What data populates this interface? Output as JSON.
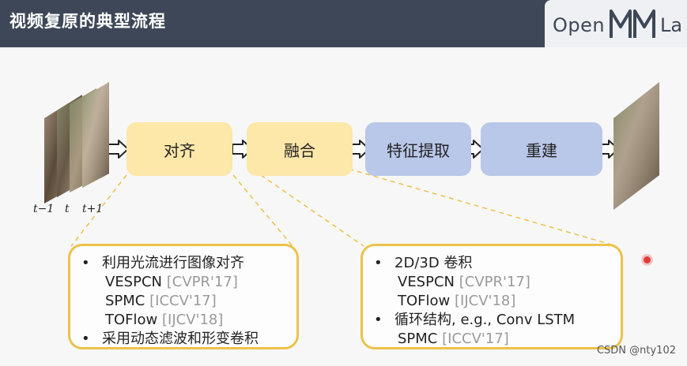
{
  "title": "视频复原的典型流程",
  "logo": {
    "part1": "Open",
    "part2": "La"
  },
  "pipeline": {
    "align": "对齐",
    "fuse": "融合",
    "extract": "特征提取",
    "reconstruct": "重建"
  },
  "time_labels": {
    "prev": "t−1",
    "cur": "t",
    "next": "t+1"
  },
  "align_note": {
    "item1": "利用光流进行图像对齐",
    "ref1_name": "VESPCN",
    "ref1_cite": "[CVPR'17]",
    "ref2_name": "SPMC",
    "ref2_cite": "[ICCV'17]",
    "ref3_name": "TOFlow",
    "ref3_cite": "[IJCV'18]",
    "item2": "采用动态滤波和形变卷积"
  },
  "fuse_note": {
    "item1": "2D/3D 卷积",
    "ref1_name": "VESPCN",
    "ref1_cite": "[CVPR'17]",
    "ref2_name": "TOFlow",
    "ref2_cite": "[IJCV'18]",
    "item2": "循环结构, e.g., Conv LSTM",
    "ref3_name": "SPMC",
    "ref3_cite": "[ICCV'17]"
  },
  "watermark": "CSDN @nty102",
  "colors": {
    "header": "#3d4757",
    "yellow": "#fde7a9",
    "blue": "#b9c7e8",
    "note_border": "#ecc24a"
  },
  "bullet": "•"
}
